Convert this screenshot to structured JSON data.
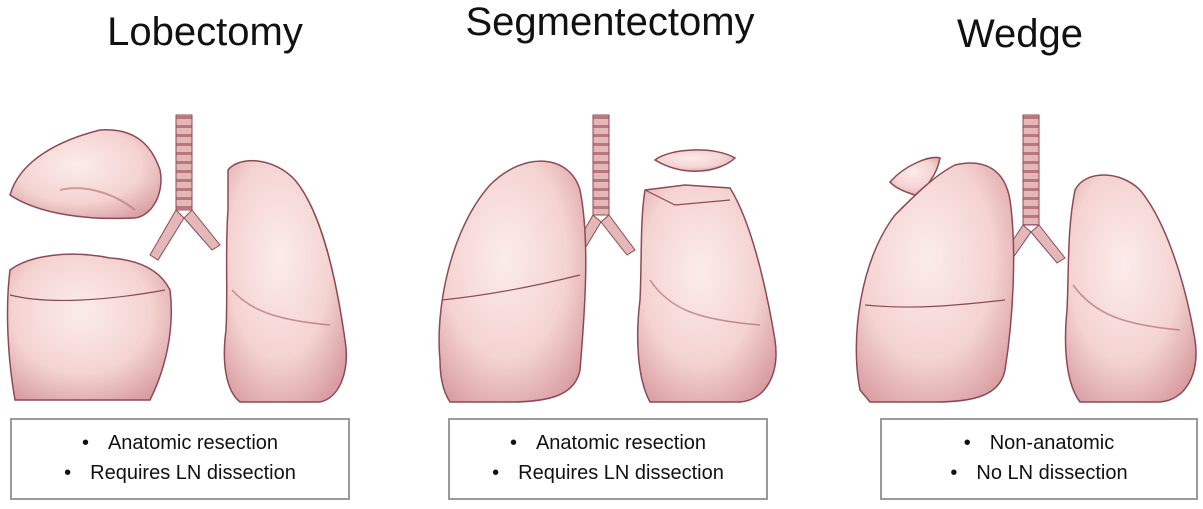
{
  "panels": [
    {
      "title": "Lobectomy",
      "bullets": [
        "Anatomic resection",
        "Requires LN dissection"
      ]
    },
    {
      "title": "Segmentectomy",
      "bullets": [
        "Anatomic resection",
        "Requires LN dissection"
      ]
    },
    {
      "title": "Wedge",
      "bullets": [
        "Non-anatomic",
        "No LN dissection"
      ]
    }
  ],
  "bullet_glyph": "•",
  "colors": {
    "lung_fill": "#f6d9d6",
    "lung_shade": "#b46a72",
    "lung_outline": "#8c4a55",
    "trachea": "#d7a3a4",
    "box_border": "#9a9a9a"
  }
}
